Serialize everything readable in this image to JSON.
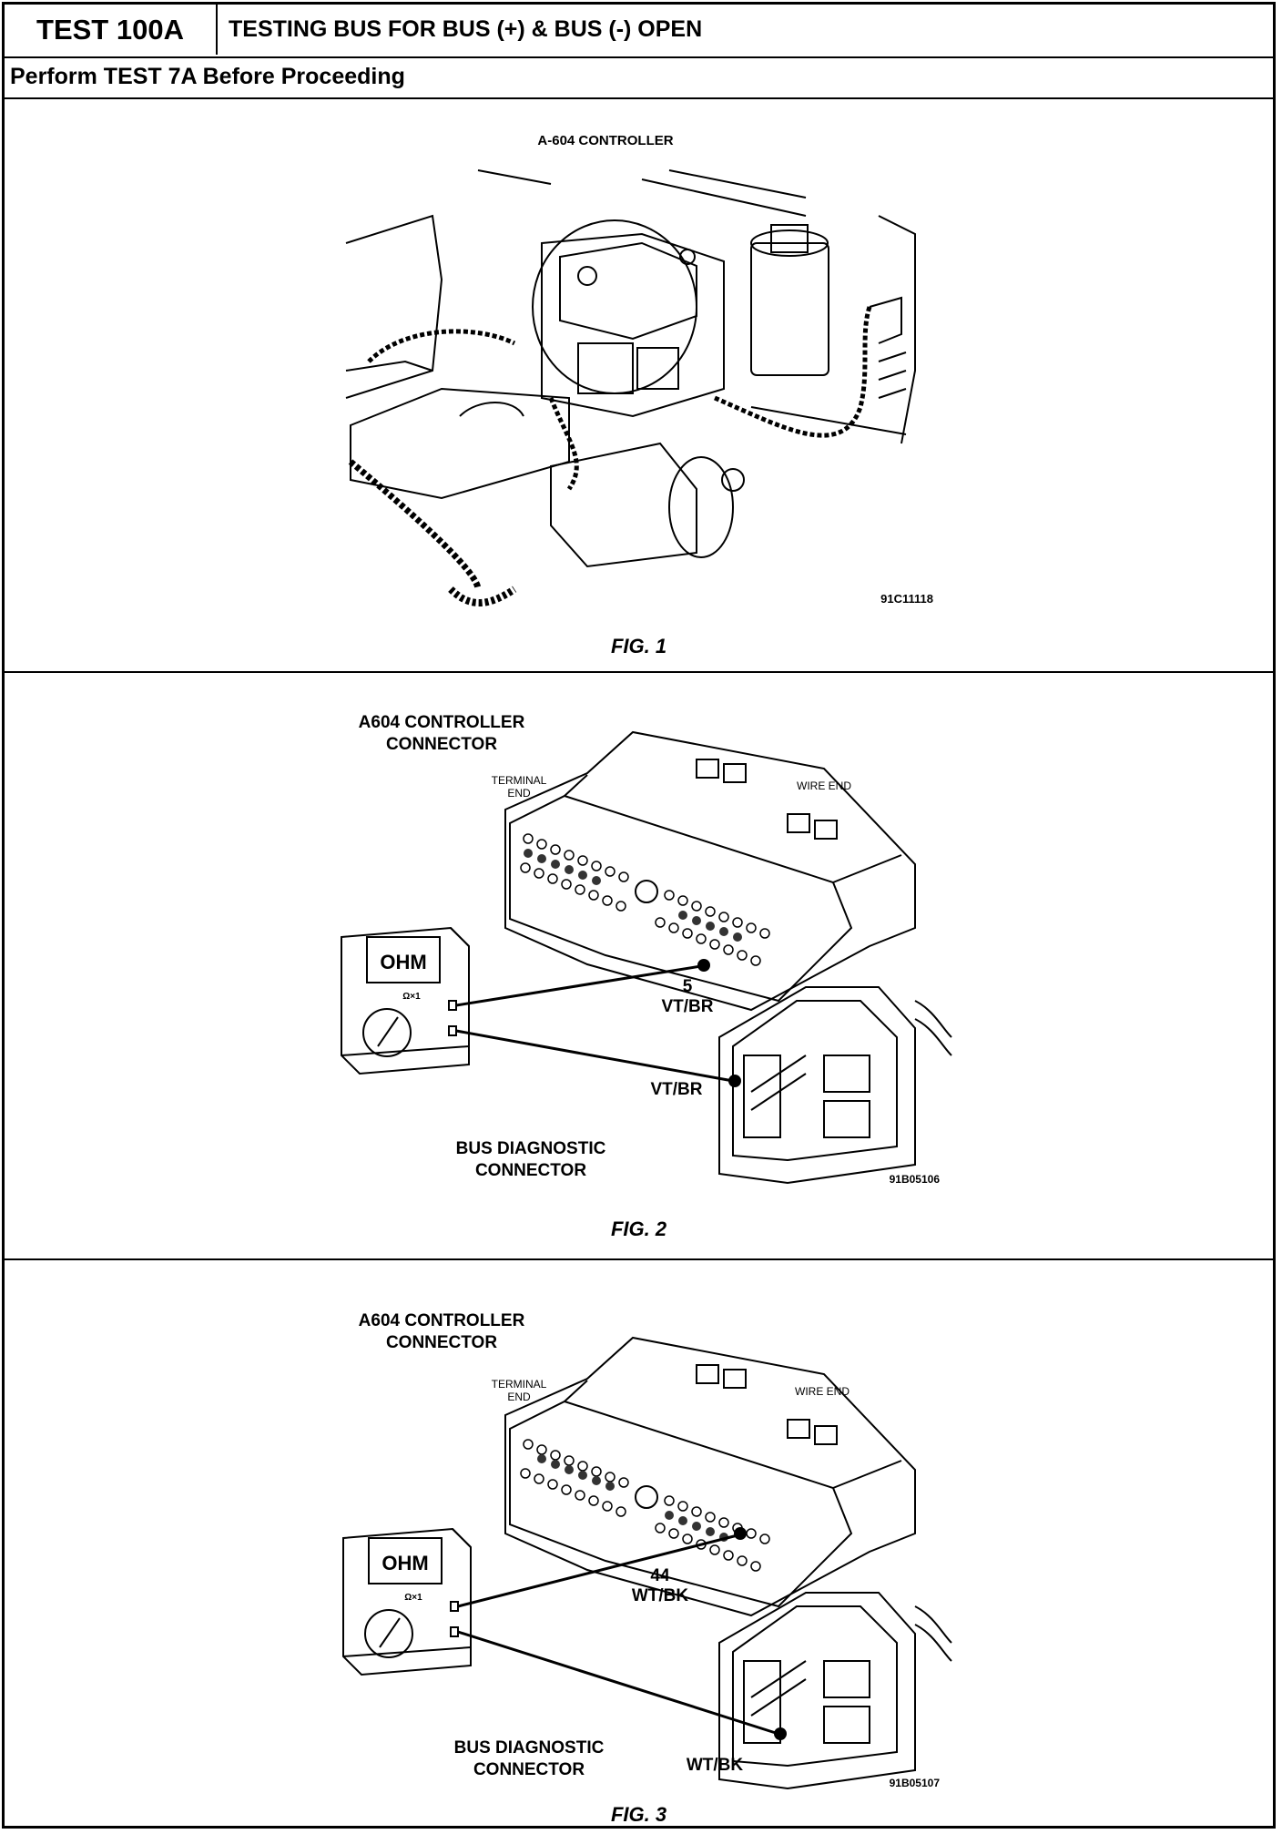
{
  "header": {
    "test_number": "TEST 100A",
    "title": "TESTING BUS FOR BUS (+) & BUS (-) OPEN",
    "prerequisite": "Perform TEST 7A Before Proceeding"
  },
  "fig1": {
    "caption": "FIG. 1",
    "label": "A-604 CONTROLLER",
    "code": "91C11118"
  },
  "fig2": {
    "caption": "FIG. 2",
    "connector_label_1": "A604 CONTROLLER",
    "connector_label_2": "CONNECTOR",
    "terminal_end_1": "TERMINAL",
    "terminal_end_2": "END",
    "wire_end": "WIRE END",
    "meter_display": "OHM",
    "meter_range": "Ω×1",
    "pin_number": "5",
    "pin_color": "VT/BR",
    "diag_color": "VT/BR",
    "diag_label_1": "BUS DIAGNOSTIC",
    "diag_label_2": "CONNECTOR",
    "code": "91B05106"
  },
  "fig3": {
    "caption": "FIG. 3",
    "connector_label_1": "A604 CONTROLLER",
    "connector_label_2": "CONNECTOR",
    "terminal_end_1": "TERMINAL",
    "terminal_end_2": "END",
    "wire_end": "WIRE END",
    "meter_display": "OHM",
    "meter_range": "Ω×1",
    "pin_number": "44",
    "pin_color": "WT/BK",
    "diag_color": "WT/BK",
    "diag_label_1": "BUS DIAGNOSTIC",
    "diag_label_2": "CONNECTOR",
    "code": "91B05107"
  }
}
